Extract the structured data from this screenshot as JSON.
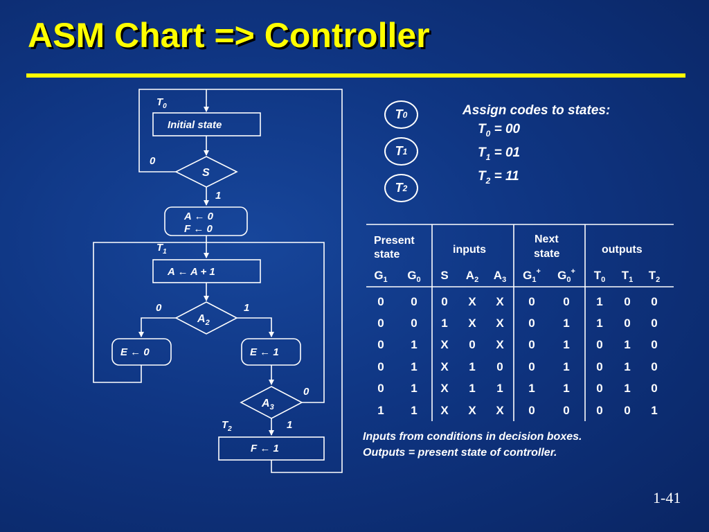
{
  "title": "ASM Chart => Controller",
  "page_number": "1-41",
  "asm_chart": {
    "t0_label": "T",
    "t0_sub": "0",
    "initial_state": "Initial state",
    "s_label": "S",
    "s_zero": "0",
    "s_one": "1",
    "a_clear": "A ← 0",
    "f_clear": "F ← 0",
    "t1_label": "T",
    "t1_sub": "1",
    "a_increment": "A ← A + 1",
    "a2_label": "A",
    "a2_sub": "2",
    "a2_zero": "0",
    "a2_one": "1",
    "e_clear": "E ← 0",
    "e_set": "E ← 1",
    "a3_label": "A",
    "a3_sub": "3",
    "a3_zero": "0",
    "a3_one": "1",
    "t2_label": "T",
    "t2_sub": "2",
    "f_set": "F ← 1"
  },
  "state_circles": [
    {
      "label": "T",
      "sub": "0"
    },
    {
      "label": "T",
      "sub": "1"
    },
    {
      "label": "T",
      "sub": "2"
    }
  ],
  "assign_codes": {
    "heading": "Assign codes to states:",
    "lines": [
      {
        "label": "T",
        "sub": "0",
        "value": " = 00"
      },
      {
        "label": "T",
        "sub": "1",
        "value": " = 01"
      },
      {
        "label": "T",
        "sub": "2",
        "value": " = 11"
      }
    ]
  },
  "state_table": {
    "group_headers": {
      "present_line1": "Present",
      "present_line2": "state",
      "inputs": "inputs",
      "next_line1": "Next",
      "next_line2": "state",
      "outputs": "outputs"
    },
    "columns": [
      {
        "base": "G",
        "sub": "1",
        "sup": ""
      },
      {
        "base": "G",
        "sub": "0",
        "sup": ""
      },
      {
        "base": "S",
        "sub": "",
        "sup": ""
      },
      {
        "base": "A",
        "sub": "2",
        "sup": ""
      },
      {
        "base": "A",
        "sub": "3",
        "sup": ""
      },
      {
        "base": "G",
        "sub": "1",
        "sup": "+"
      },
      {
        "base": "G",
        "sub": "0",
        "sup": "+"
      },
      {
        "base": "T",
        "sub": "0",
        "sup": ""
      },
      {
        "base": "T",
        "sub": "1",
        "sup": ""
      },
      {
        "base": "T",
        "sub": "2",
        "sup": ""
      }
    ],
    "rows": [
      [
        "0",
        "0",
        "0",
        "X",
        "X",
        "0",
        "0",
        "1",
        "0",
        "0"
      ],
      [
        "0",
        "0",
        "1",
        "X",
        "X",
        "0",
        "1",
        "1",
        "0",
        "0"
      ],
      [
        "0",
        "1",
        "X",
        "0",
        "X",
        "0",
        "1",
        "0",
        "1",
        "0"
      ],
      [
        "0",
        "1",
        "X",
        "1",
        "0",
        "0",
        "1",
        "0",
        "1",
        "0"
      ],
      [
        "0",
        "1",
        "X",
        "1",
        "1",
        "1",
        "1",
        "0",
        "1",
        "0"
      ],
      [
        "1",
        "1",
        "X",
        "X",
        "X",
        "0",
        "0",
        "0",
        "0",
        "1"
      ]
    ]
  },
  "footnotes": [
    "Inputs from conditions in decision boxes.",
    "Outputs = present state of controller."
  ],
  "colors": {
    "background": "#0f3582",
    "title": "#ffff00",
    "rule": "#ffff00",
    "text": "#ffffff"
  }
}
